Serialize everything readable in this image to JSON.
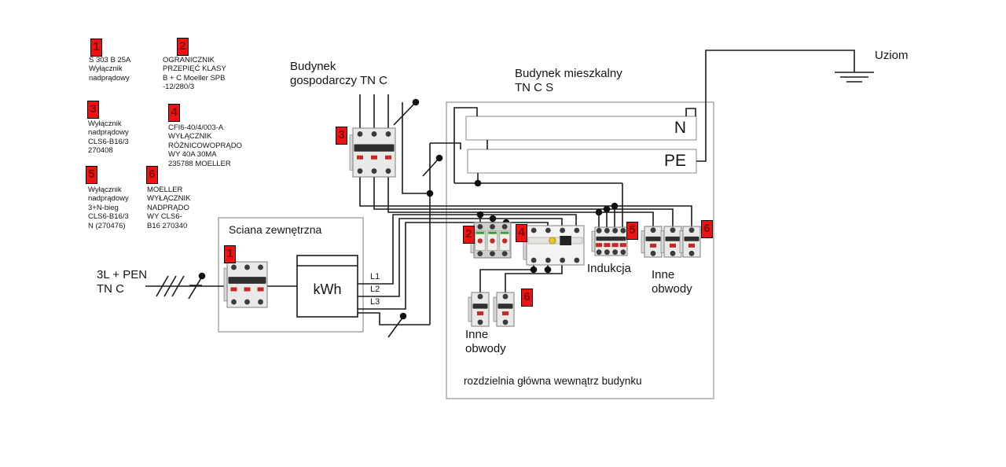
{
  "legend": {
    "items": [
      {
        "num": "1",
        "text": "S 303 B 25A\nWyłącznik\nnadprądowy"
      },
      {
        "num": "2",
        "text": "OGRANICZNIK\nPRZEPIĘĆ KLASY\nB + C Moeller SPB\n-12/280/3"
      },
      {
        "num": "3",
        "text": "Wyłącznik\nnadprądowy\nCLS6-B16/3\n270408"
      },
      {
        "num": "4",
        "text": "CFI6-40/4/003-A\nWYŁĄCZNIK\nRÓŻNICOWOPRĄDO\nWY 40A 30MA\n235788 MOELLER"
      },
      {
        "num": "5",
        "text": "Wyłącznik\nnadprądowy\n3+N-bieg\nCLS6-B16/3\nN (270476)"
      },
      {
        "num": "6",
        "text": "MOELLER\nWYŁĄCZNIK\nNADPRĄDO\nWY CLS6-\nB16 270340"
      }
    ]
  },
  "diagram": {
    "feed_label": "3L + PEN\nTN C",
    "outbuilding_label": "Budynek\ngospodarczy TN C",
    "house_label": "Budynek mieszkalny\nTN C S",
    "earth_label": "Uziom",
    "wall_box_label": "Sciana zewnętrzna",
    "meter_label": "kWh",
    "phase_labels": {
      "l1": "L1",
      "l2": "L2",
      "l3": "L3"
    },
    "bus_labels": {
      "neutral": "N",
      "protective_earth": "PE"
    },
    "induction_label": "Indukcja",
    "other_circuits_right": "Inne\nobwody",
    "other_circuits_bottom": "Inne\nobwody",
    "board_caption": "rozdzielnia główna wewnątrz budynku",
    "device_markers": {
      "b1": "1",
      "spd": "2",
      "b3": "3",
      "rcd": "4",
      "mcb_3n": "5",
      "mcb_right": "6",
      "mcb_bottom": "6"
    }
  },
  "colors": {
    "wire": "#1a1a1a",
    "box_border": "#9c9c9c",
    "marker_bg": "#ee1313",
    "marker_text": "#7e0c0c",
    "breaker_body": "#e9e9e7",
    "toggle": "#2e2e2e",
    "indicator_red": "#c62828",
    "rcd_button_yellow": "#e8c520"
  }
}
